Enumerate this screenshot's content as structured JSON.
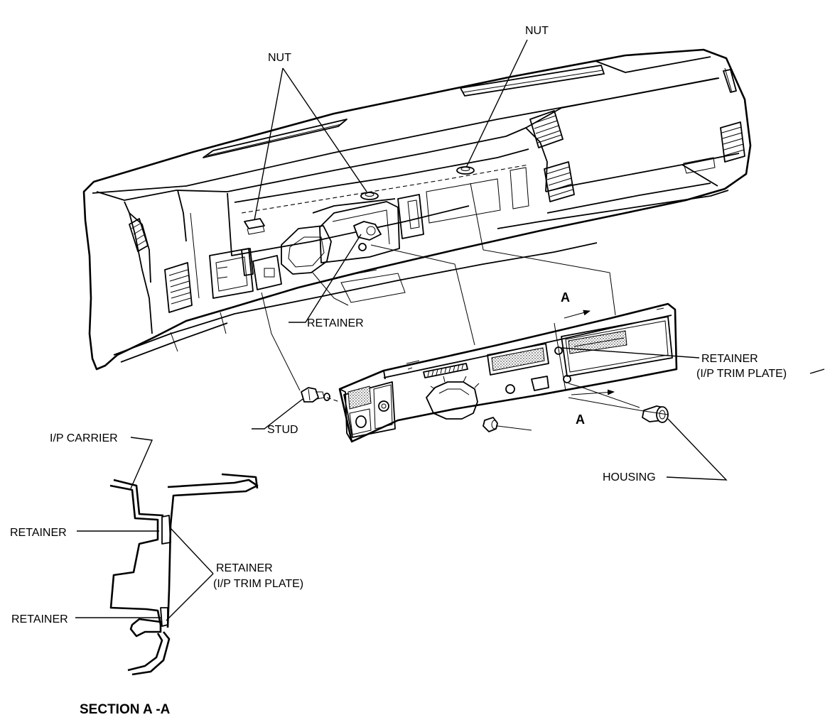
{
  "labels": {
    "nut_left": "NUT",
    "nut_right": "NUT",
    "retainer_main": "RETAINER",
    "retainer_trim_line1": "RETAINER",
    "retainer_trim_line2": "(I/P TRIM PLATE)",
    "stud": "STUD",
    "housing": "HOUSING",
    "section_mark_top": "A",
    "section_mark_bottom": "A"
  },
  "section": {
    "ip_carrier": "I/P CARRIER",
    "retainer_upper": "RETAINER",
    "retainer_trim_line1": "RETAINER",
    "retainer_trim_line2": "(I/P TRIM PLATE)",
    "retainer_lower": "RETAINER",
    "title": "SECTION A -A"
  }
}
